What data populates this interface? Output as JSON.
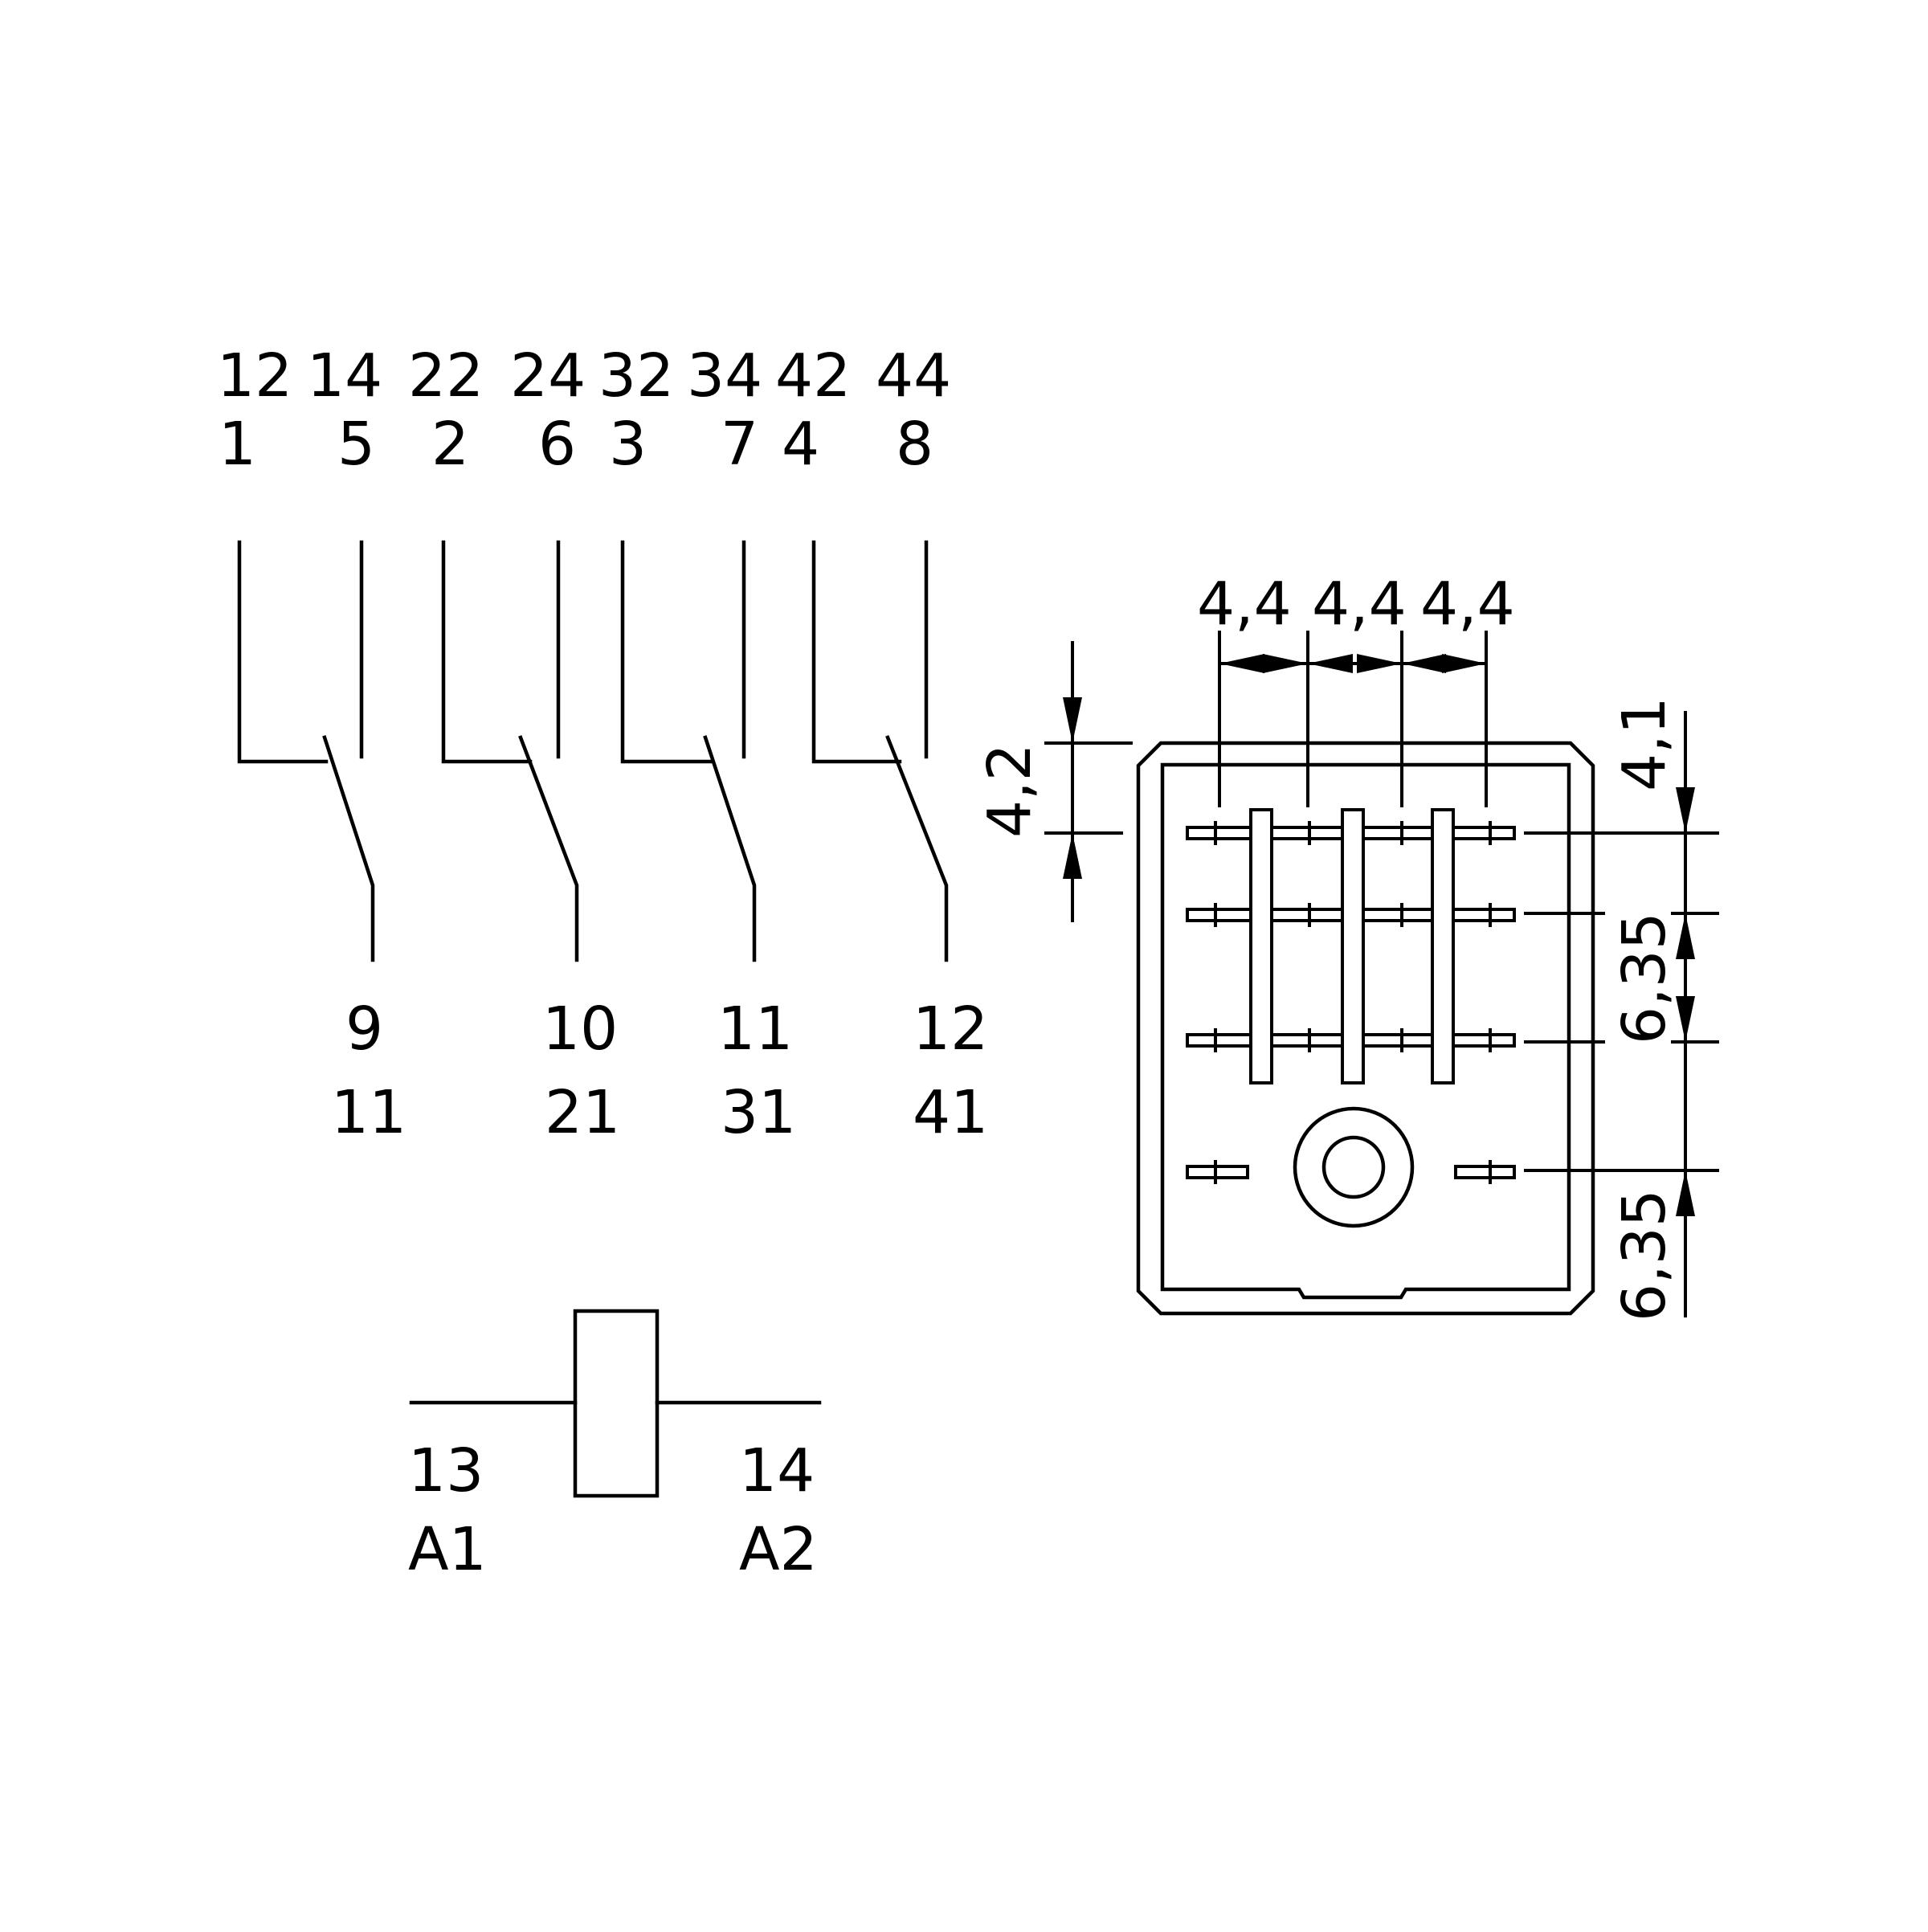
{
  "contacts": {
    "top_row_1": [
      "12",
      "14",
      "22",
      "24",
      "32",
      "34",
      "42",
      "44"
    ],
    "top_row_2": [
      "1",
      "5",
      "2",
      "6",
      "3",
      "7",
      "4",
      "8"
    ],
    "bottom_row_1": [
      "9",
      "10",
      "11",
      "12"
    ],
    "bottom_row_2": [
      "11",
      "21",
      "31",
      "41"
    ]
  },
  "coil": {
    "left_num": "13",
    "left_label": "A1",
    "right_num": "14",
    "right_label": "A2"
  },
  "dimensions": {
    "pitch_1": "4,4",
    "pitch_2": "4,4",
    "pitch_3": "4,4",
    "left_offset": "4,2",
    "right_top": "4,1",
    "right_mid": "6,35",
    "right_bottom": "6,35"
  },
  "colors": {
    "line": "#000000",
    "background": "#ffffff"
  }
}
